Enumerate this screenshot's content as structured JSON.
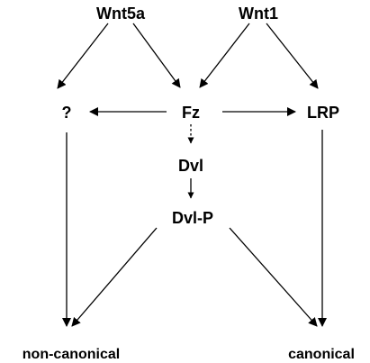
{
  "diagram": {
    "nodes": {
      "wnt5a": "Wnt5a",
      "wnt1": "Wnt1",
      "unknown": "?",
      "fz": "Fz",
      "lrp": "LRP",
      "dvl": "Dvl",
      "dvl_p": "Dvl-P",
      "non_canonical": "non-canonical",
      "canonical": "canonical"
    },
    "edges": [
      {
        "from": "Wnt5a",
        "to": "?",
        "style": "solid"
      },
      {
        "from": "Wnt5a",
        "to": "Fz",
        "style": "solid"
      },
      {
        "from": "Wnt1",
        "to": "Fz",
        "style": "solid"
      },
      {
        "from": "Wnt1",
        "to": "LRP",
        "style": "solid"
      },
      {
        "from": "Fz",
        "to": "?",
        "style": "solid"
      },
      {
        "from": "Fz",
        "to": "LRP",
        "style": "solid"
      },
      {
        "from": "Fz",
        "to": "Dvl",
        "style": "dashed"
      },
      {
        "from": "Dvl",
        "to": "Dvl-P",
        "style": "solid"
      },
      {
        "from": "?",
        "to": "non-canonical",
        "style": "solid"
      },
      {
        "from": "Dvl-P",
        "to": "non-canonical",
        "style": "solid"
      },
      {
        "from": "Dvl-P",
        "to": "canonical",
        "style": "solid"
      },
      {
        "from": "LRP",
        "to": "canonical",
        "style": "solid"
      }
    ]
  }
}
